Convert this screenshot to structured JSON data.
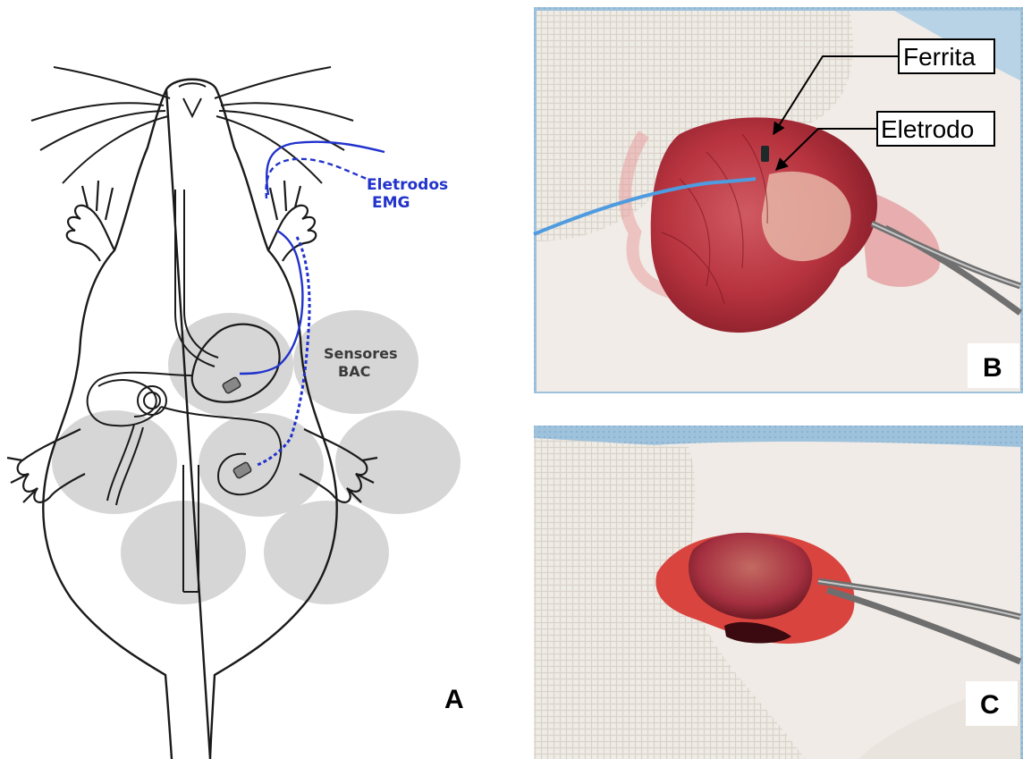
{
  "panel_a": {
    "letter": "A",
    "electrodes_label_line1": "Eletrodos",
    "electrodes_label_line2": "EMG",
    "sensors_label_line1": "Sensores",
    "sensors_label_line2": "BAC",
    "colors": {
      "electrode": "#2233cc",
      "sensor_disk": "#cfcfcf",
      "outline": "#1a1a1a"
    }
  },
  "panel_b": {
    "letter": "B",
    "ferrite_label": "Ferrita",
    "electrode_label": "Eletrodo",
    "colors": {
      "stomach": "#b8343f",
      "cable": "#4f9be0",
      "gauze": "#ece8e2",
      "drape": "#bfd6e6"
    }
  },
  "panel_c": {
    "letter": "C",
    "colors": {
      "stomach": "#a53040",
      "gauze": "#ebe7e0",
      "drape": "#8fb8d6"
    }
  }
}
